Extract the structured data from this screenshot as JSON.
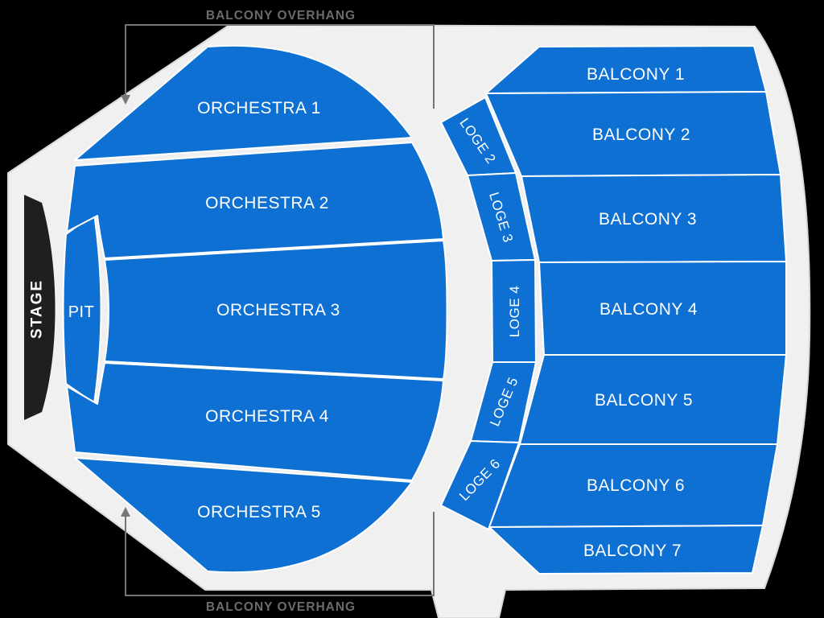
{
  "colors": {
    "background": "#000000",
    "floor": "#f0f0f0",
    "floor_edge": "#d9d9d9",
    "section": "#0e70d3",
    "stage": "#1f1f1f",
    "label": "#ffffff",
    "annotation_line": "#757575",
    "annotation_text": "#6b6b6b"
  },
  "stage": {
    "label": "STAGE"
  },
  "pit": {
    "label": "PIT"
  },
  "orchestra": {
    "sections": [
      {
        "label": "ORCHESTRA 1"
      },
      {
        "label": "ORCHESTRA 2"
      },
      {
        "label": "ORCHESTRA 3"
      },
      {
        "label": "ORCHESTRA 4"
      },
      {
        "label": "ORCHESTRA 5"
      }
    ]
  },
  "loge": {
    "sections": [
      {
        "label": "LOGE 2"
      },
      {
        "label": "LOGE 3"
      },
      {
        "label": "LOGE 4"
      },
      {
        "label": "LOGE 5"
      },
      {
        "label": "LOGE 6"
      }
    ]
  },
  "balcony": {
    "sections": [
      {
        "label": "BALCONY 1"
      },
      {
        "label": "BALCONY 2"
      },
      {
        "label": "BALCONY 3"
      },
      {
        "label": "BALCONY 4"
      },
      {
        "label": "BALCONY 5"
      },
      {
        "label": "BALCONY 6"
      },
      {
        "label": "BALCONY 7"
      }
    ]
  },
  "overhang": {
    "top_label": "BALCONY OVERHANG",
    "bottom_label": "BALCONY OVERHANG"
  }
}
